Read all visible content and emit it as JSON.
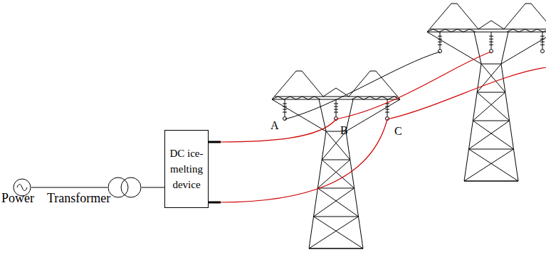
{
  "diagram": {
    "nodes": [
      {
        "text": [
          "Power"
        ]
      },
      {
        "text": [
          "Transformer"
        ]
      },
      {
        "text": [
          "DC ice- melting device"
        ]
      }
    ],
    "edges": [
      {
        "from": 0,
        "to": 1,
        "arrow": "none"
      },
      {
        "from": 1,
        "to": 2,
        "arrow": "none"
      }
    ],
    "labels": [
      "A",
      "B",
      "C"
    ]
  }
}
